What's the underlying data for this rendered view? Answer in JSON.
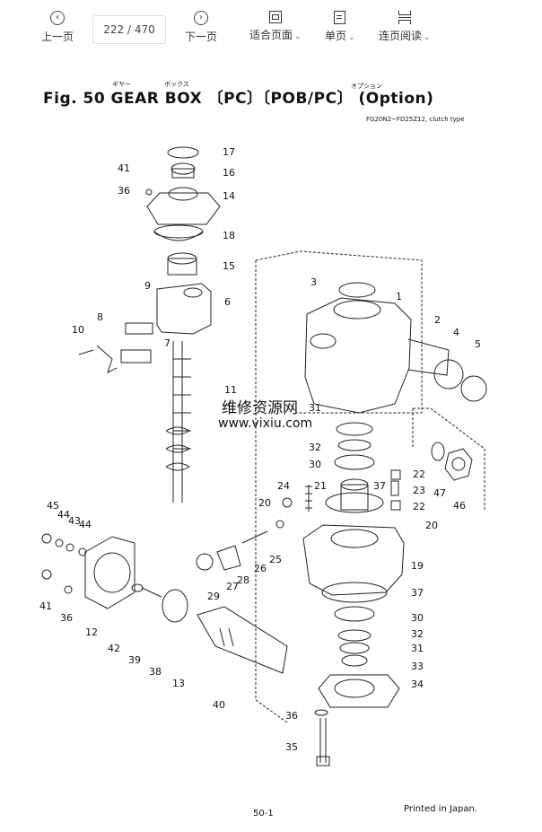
{
  "toolbar": {
    "prev_label": "上一页",
    "page_indicator": "222 / 470",
    "next_label": "下一页",
    "fit_label": "适合页面",
    "single_label": "单页",
    "continuous_label": "连页阅读",
    "icons": [
      "chevron-left-icon",
      "chevron-right-icon",
      "fit-page-icon",
      "single-page-icon",
      "continuous-page-icon"
    ]
  },
  "document": {
    "title": "Fig. 50  GEAR  BOX 〔PC〕〔POB/PC〕 (Option)",
    "ruby_gear": "ギヤー",
    "ruby_box": "ボックス",
    "ruby_option": "オプション",
    "subtitle": "FG20N2~FD25Z12, clutch type",
    "watermark_cn": "维修资源网",
    "watermark_url": "www.vixiu.com",
    "page_number": "50-1",
    "printed": "Printed in Japan.",
    "callouts": [
      "1",
      "2",
      "3",
      "4",
      "5",
      "6",
      "7",
      "8",
      "9",
      "10",
      "11",
      "12",
      "13",
      "14",
      "15",
      "16",
      "17",
      "18",
      "19",
      "20",
      "21",
      "22",
      "23",
      "24",
      "25",
      "26",
      "27",
      "28",
      "29",
      "30",
      "31",
      "32",
      "33",
      "34",
      "35",
      "36",
      "37",
      "38",
      "39",
      "40",
      "41",
      "42",
      "43",
      "44",
      "45",
      "46",
      "47"
    ]
  }
}
